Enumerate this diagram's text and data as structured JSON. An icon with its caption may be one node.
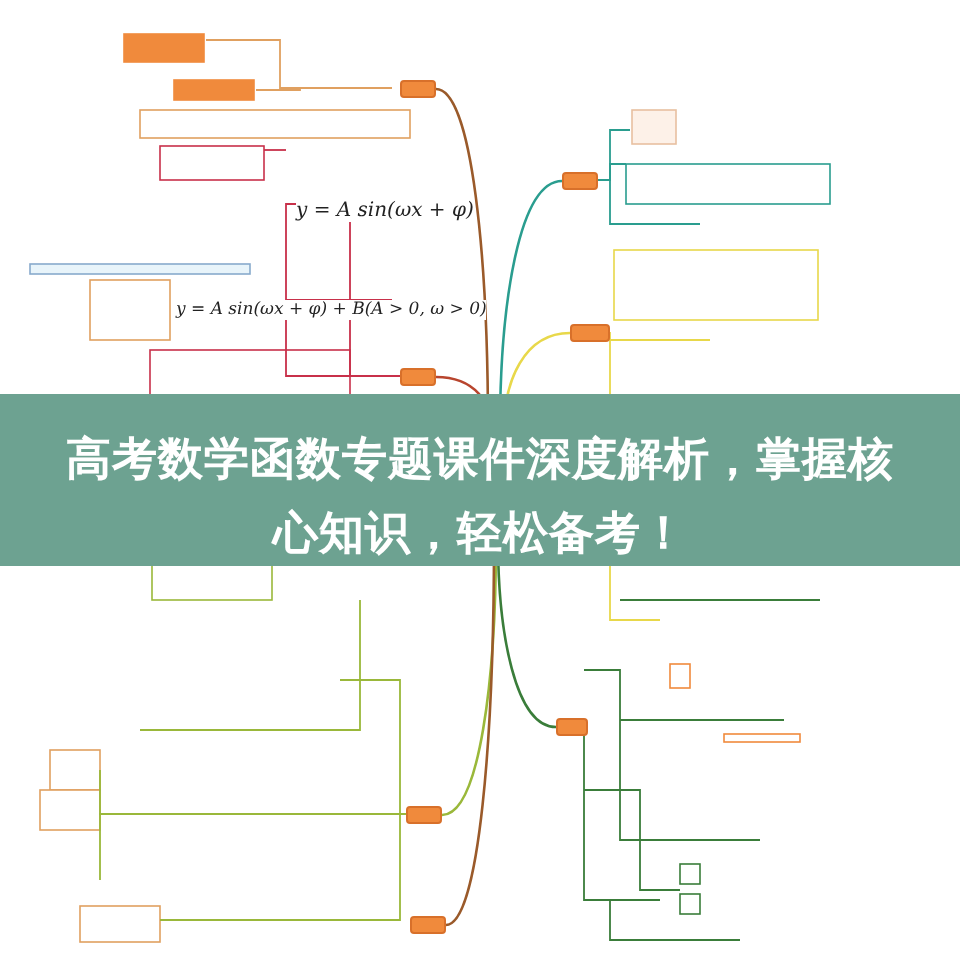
{
  "diagram": {
    "title": "高考数学函数专题课件深度解析，掌握核心知识，轻松备考！",
    "nodes": [
      {
        "text": [],
        "shape": "box"
      },
      {
        "text": [],
        "shape": "box"
      },
      {
        "text": [],
        "shape": "box"
      },
      {
        "text": [],
        "shape": "box"
      },
      {
        "text": [],
        "shape": "box"
      },
      {
        "text": [],
        "shape": "box"
      },
      {
        "text": [],
        "shape": "box"
      }
    ],
    "edges": [
      {
        "from": null,
        "to": 0,
        "arrow": "none",
        "color": "#9a5a2a"
      },
      {
        "from": null,
        "to": 1,
        "arrow": "none",
        "color": "#2a9d8f"
      },
      {
        "from": null,
        "to": 2,
        "arrow": "none",
        "color": "#e8d84a"
      },
      {
        "from": null,
        "to": 3,
        "arrow": "none",
        "color": "#b8452e"
      },
      {
        "from": null,
        "to": 4,
        "arrow": "none",
        "color": "#9ab83a"
      },
      {
        "from": null,
        "to": 5,
        "arrow": "none",
        "color": "#3a7d3a"
      },
      {
        "from": null,
        "to": 6,
        "arrow": "none",
        "color": "#9a5a2a"
      }
    ],
    "labels": [
      "y = A sin(ωx + φ)",
      "y = A sin(ωx + φ) + B(A > 0, ω > 0)"
    ]
  }
}
